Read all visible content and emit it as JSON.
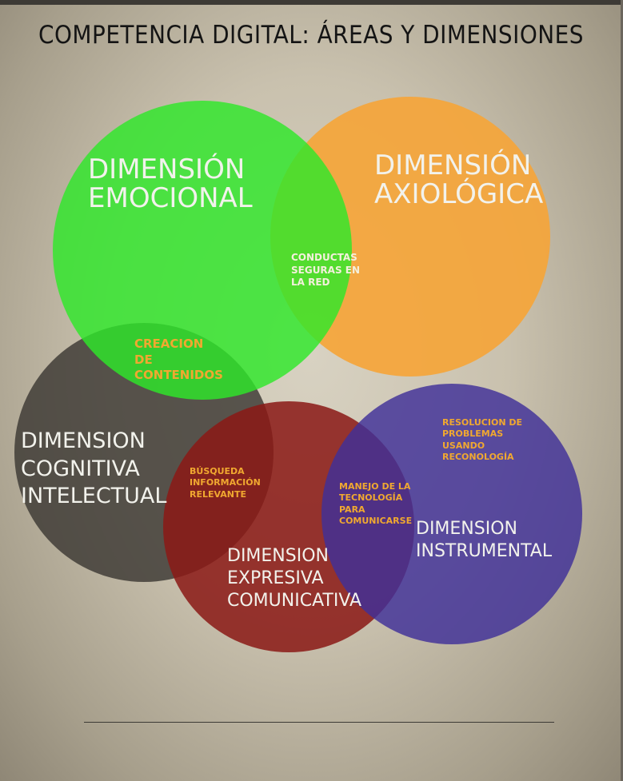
{
  "title": "COMPETENCIA DIGITAL: ÁREAS Y DIMENSIONES",
  "colors": {
    "emocional": "#3fe03a",
    "axiologica": "#f5a53a",
    "cognitiva": "#4a4640",
    "expresiva": "#8a1f1a",
    "instrumental": "#4a3a9a"
  },
  "dimensions": {
    "emocional": [
      "DIMENSIÓN",
      "EMOCIONAL"
    ],
    "axiologica": [
      "DIMENSIÓN",
      "AXIOLÓGICA"
    ],
    "cognitiva": [
      "DIMENSION",
      "COGNITIVA",
      "INTELECTUAL"
    ],
    "expresiva": [
      "DIMENSION",
      "EXPRESIVA",
      "COMUNICATIVA"
    ],
    "instrumental": [
      "DIMENSION",
      "INSTRUMENTAL"
    ]
  },
  "areas": {
    "conductas": [
      "CONDUCTAS",
      "SEGURAS EN",
      "LA RED"
    ],
    "creacion": [
      "CREACION",
      "DE",
      "CONTENIDOS"
    ],
    "busqueda": [
      "BÚSQUEDA",
      "INFORMACIÓN",
      "RELEVANTE"
    ],
    "manejo": [
      "MANEJO DE LA",
      "TECNOLOGÍA",
      "PARA",
      "COMUNICARSE"
    ],
    "resolucion": [
      "RESOLUCION DE",
      "PROBLEMAS",
      "USANDO",
      "RECONOLOGÍA"
    ]
  }
}
